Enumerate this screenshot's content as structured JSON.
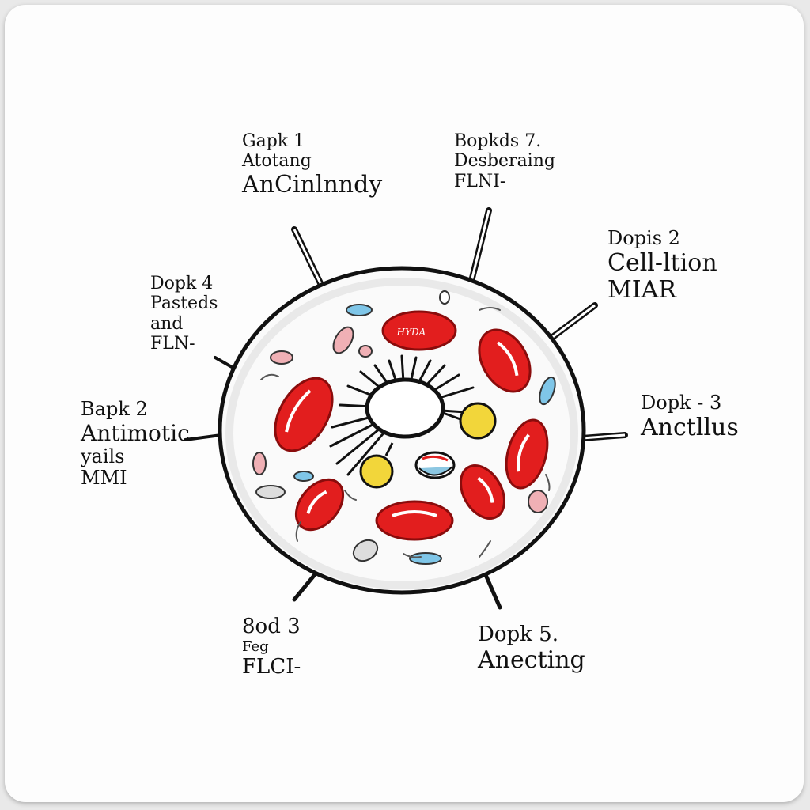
{
  "colors": {
    "rbc_red": "#e21e1e",
    "rbc_edge": "#8a0c0c",
    "outline": "#111111",
    "yellow_granule": "#f2d63a",
    "blue_vesicle": "#7fc6e8",
    "pink_vesicle": "#f0b0b5"
  },
  "icons": [
    "cell-diagram-illustration"
  ],
  "center_rbc_label": "HYDA",
  "labels": [
    {
      "id": "l1",
      "lines": [
        "Gapk 1",
        "Atotang",
        "AnCinlnndy"
      ]
    },
    {
      "id": "l2",
      "lines": [
        "Bopkds 7.",
        "Desberaing",
        "FLNI-"
      ]
    },
    {
      "id": "l3",
      "lines": [
        "Dopis 2",
        "Cell-ltion",
        "MIAR"
      ]
    },
    {
      "id": "l4",
      "lines": [
        "Dopk 4",
        "Pasteds",
        "and",
        "FLN-"
      ]
    },
    {
      "id": "l5",
      "lines": [
        "Bapk 2",
        "Antimotic",
        "yails",
        "MMI"
      ]
    },
    {
      "id": "l6",
      "lines": [
        "Dopk - 3",
        "Anctllus"
      ]
    },
    {
      "id": "l7",
      "lines": [
        "8od 3",
        "Feg",
        "FLCI-"
      ]
    },
    {
      "id": "l8",
      "lines": [
        "Dopk 5.",
        "Anecting"
      ]
    }
  ]
}
